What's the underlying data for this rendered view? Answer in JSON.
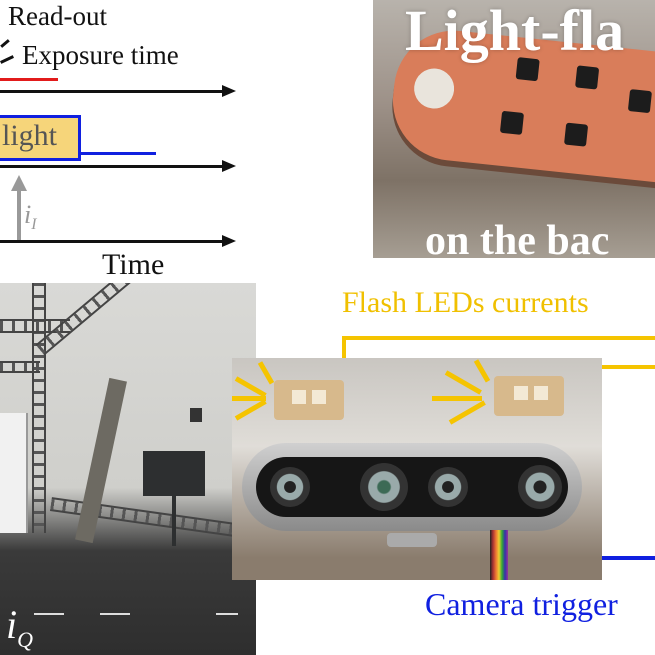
{
  "timing_diagram": {
    "labels": {
      "readout": "Read-out",
      "exposure": "Exposure time",
      "light": "light",
      "current_symbol": "i",
      "current_subscript": "I",
      "time_axis": "Time"
    },
    "colors": {
      "exposure_line": "#e21b1b",
      "light_signal": "#1020e0",
      "light_fill": "#f6d57a",
      "current_arrow": "#999999",
      "axis": "#111111"
    }
  },
  "photo_top": {
    "title": "Light-fla",
    "subtitle": "on the bac"
  },
  "photo_room": {
    "symbol": "i",
    "subscript": "Q"
  },
  "photo_camera": {
    "leds_label": "Flash LEDs currents",
    "trigger_label": "Camera trigger",
    "colors": {
      "leds": "#f5c400",
      "trigger": "#1020e0"
    }
  }
}
